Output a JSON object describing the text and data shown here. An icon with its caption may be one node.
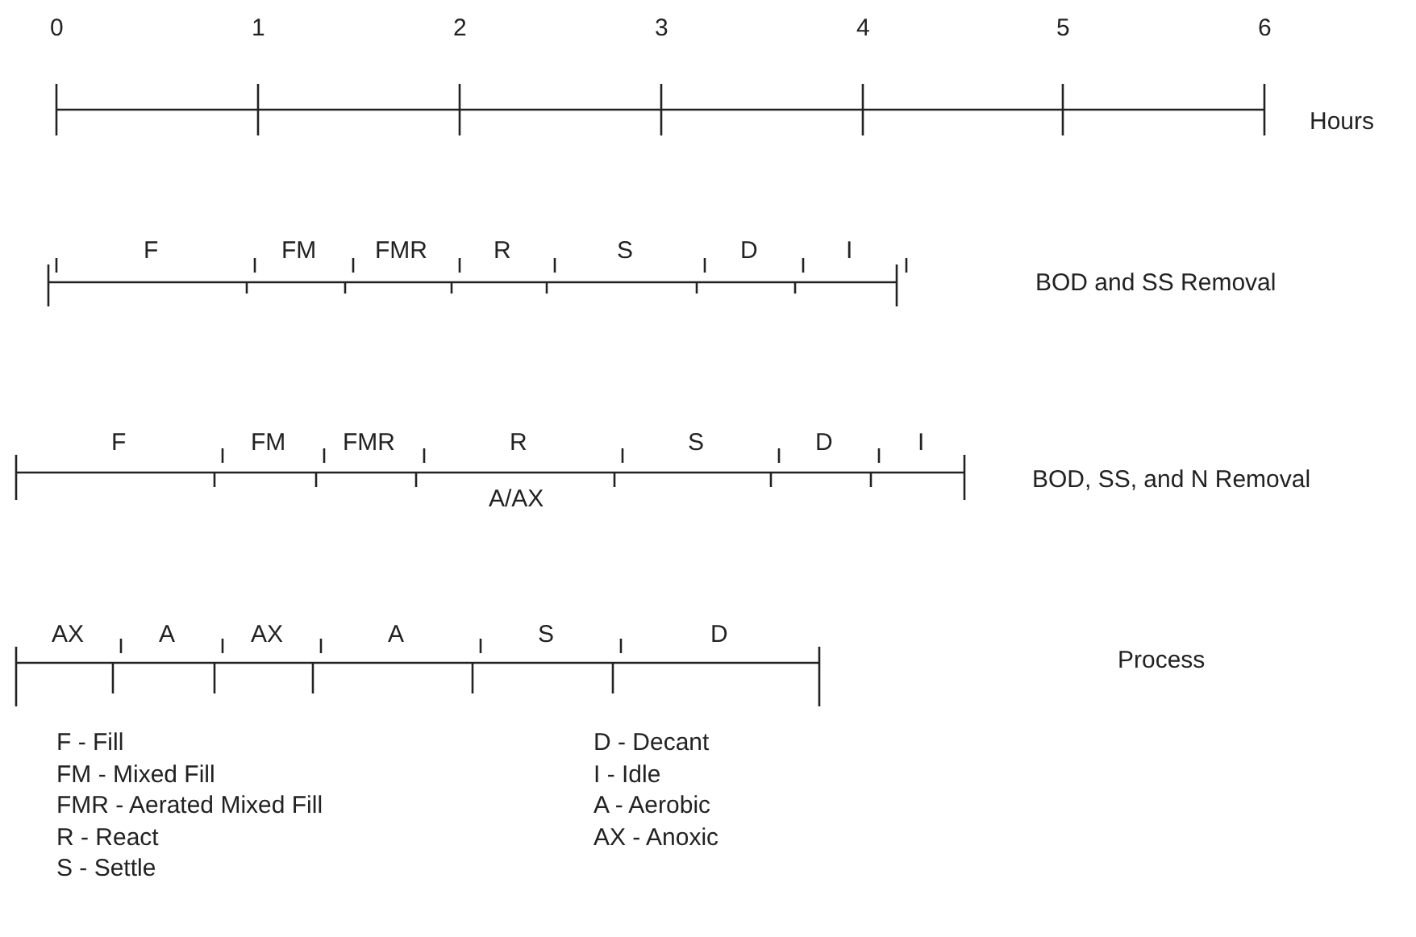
{
  "diagram": {
    "labels": [
      "0",
      "1",
      "2",
      "3",
      "4",
      "5",
      "6",
      "Hours",
      "F",
      "FM",
      "FMR",
      "R",
      "S",
      "D",
      "I",
      "BOD and SS Removal",
      "F",
      "FM",
      "FMR",
      "R",
      "S",
      "D",
      "I",
      "A/AX",
      "BOD, SS, and N Removal",
      "AX",
      "A",
      "AX",
      "A",
      "S",
      "D",
      "Process",
      "F - Fill",
      "FM - Mixed Fill",
      "FMR - Aerated Mixed Fill",
      "R - React",
      "S - Settle",
      "D - Decant",
      "I - Idle",
      "A - Aerobic",
      "AX - Anoxic"
    ]
  }
}
